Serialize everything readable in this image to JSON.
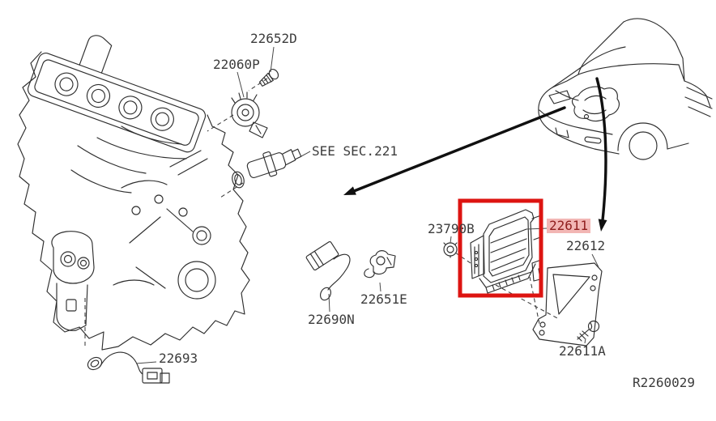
{
  "diagram": {
    "reference_code": "R2260029",
    "see_section_note": "SEE SEC.221",
    "selected_part": "22611",
    "parts": [
      {
        "part_number": "22652D",
        "highlighted": false
      },
      {
        "part_number": "22060P",
        "highlighted": false
      },
      {
        "part_number": "22690N",
        "highlighted": false
      },
      {
        "part_number": "22651E",
        "highlighted": false
      },
      {
        "part_number": "22693",
        "highlighted": false
      },
      {
        "part_number": "23790B",
        "highlighted": false
      },
      {
        "part_number": "22611",
        "highlighted": true
      },
      {
        "part_number": "22612",
        "highlighted": false
      },
      {
        "part_number": "22611A",
        "highlighted": false
      }
    ],
    "colors": {
      "background": "#ffffff",
      "line_art": "#2e2e2e",
      "label_text": "#3c3c3c",
      "highlight_box": "#dd1411",
      "highlighted_label_bg": "#f2b6b4",
      "highlighted_label_text": "#8f1d1d",
      "arrow": "#101010"
    },
    "illustrations": [
      "engine-assembly",
      "car-front-open-hood",
      "ecm-module",
      "mounting-bracket",
      "knock-sensor",
      "camshaft-sensor",
      "oxygen-sensor",
      "harness-sensor",
      "clip",
      "nut",
      "bolts"
    ]
  }
}
